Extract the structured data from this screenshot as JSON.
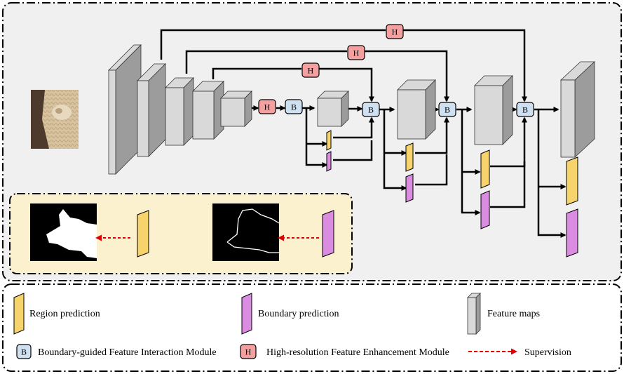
{
  "modules": {
    "b_letter": "B",
    "h_letter": "H",
    "b_color": "#cfe0f1",
    "h_color": "#f4a0a0",
    "region_color": "#f6d36b",
    "boundary_color": "#d98ce0",
    "feature_color": "#d9d9d9",
    "panel_bg": "#f0f0f0",
    "inset_bg": "#fcf1cf"
  },
  "legend": {
    "region": "Region prediction",
    "boundary": "Boundary  prediction",
    "feature": "Feature maps",
    "bfim": "Boundary-guided Feature Interaction Module",
    "hfem": "High-resolution Feature Enhancement Module",
    "supervision": "Supervision"
  },
  "images": {
    "input": "input-photo-sheep",
    "region_gt": "region-ground-truth-hand-mask",
    "boundary_gt": "boundary-ground-truth-hand-outline"
  }
}
